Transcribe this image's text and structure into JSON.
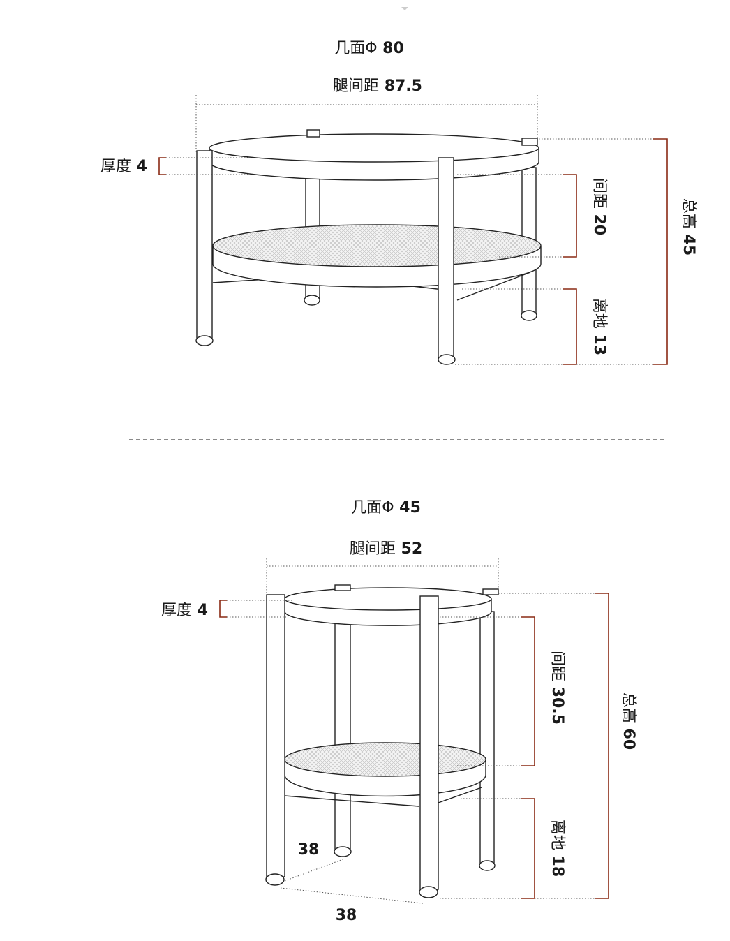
{
  "colors": {
    "line": "#222222",
    "bracket": "#8a2a14",
    "background": "#ffffff"
  },
  "coffee_table": {
    "diameter_label": "几面Φ 80",
    "leg_span_label": "腿间距 87.5",
    "thickness_label": "厚度 4",
    "gap_label": "间距 20",
    "clearance_label": "离地 13",
    "total_height_label": "总高 45"
  },
  "side_table": {
    "diameter_label": "几面Φ 45",
    "leg_span_label": "腿间距 52",
    "thickness_label": "厚度 4",
    "gap_label": "间距 30.5",
    "clearance_label": "离地 18",
    "total_height_label": "总高 60",
    "base_depth_label": "38",
    "base_width_label": "38"
  }
}
